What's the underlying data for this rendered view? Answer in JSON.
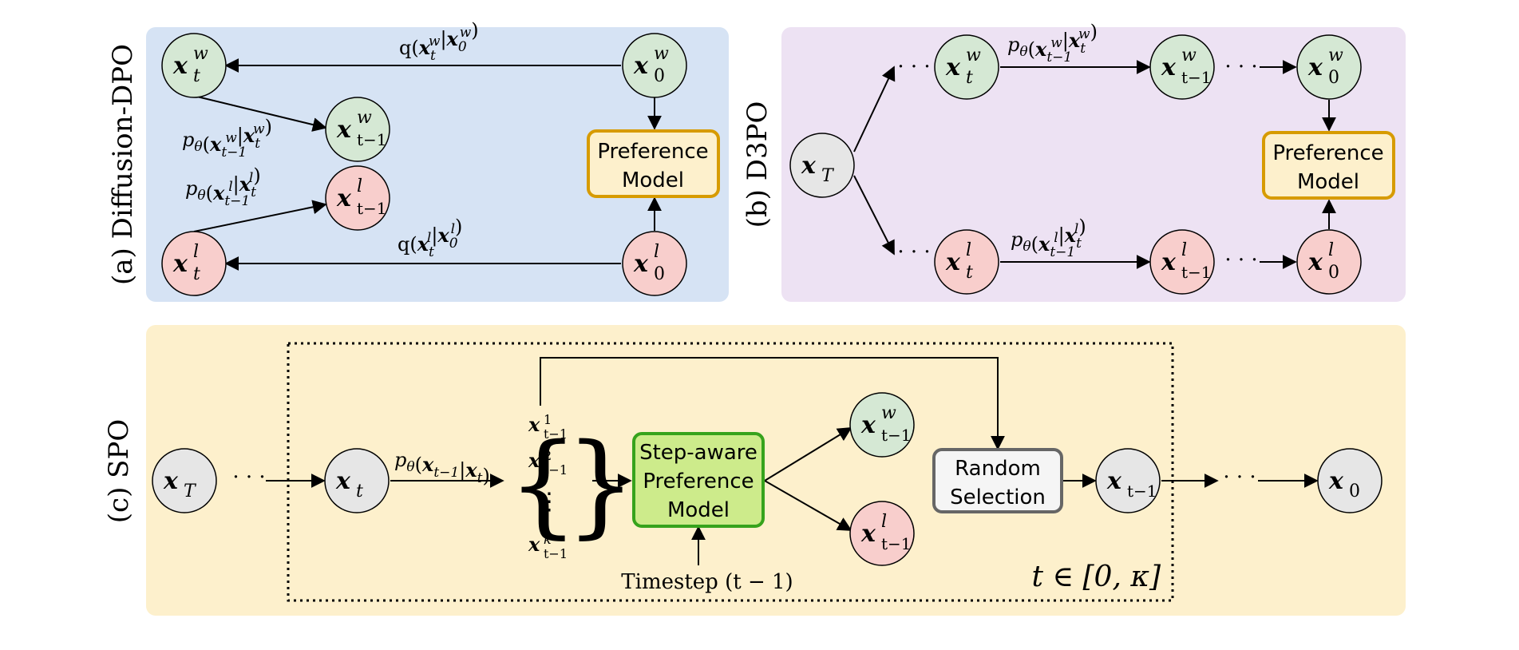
{
  "panels": {
    "a": {
      "label": "(a) Diffusion-DPO",
      "bg": "#d6e3f4"
    },
    "b": {
      "label": "(b) D3PO",
      "bg": "#ede2f3"
    },
    "c": {
      "label": "(c) SPO",
      "bg": "#fdf0cc"
    }
  },
  "colors": {
    "win_node": "#d5e8d4",
    "lose_node": "#f8cecc",
    "neutral_node": "#e6e6e6",
    "pref_fill": "#fdf0cc",
    "pref_stroke": "#d79b00",
    "step_fill": "#cdeb8b",
    "step_stroke": "#36a31c",
    "rand_fill": "#f5f5f5",
    "rand_stroke": "#666666"
  },
  "nodes": {
    "x": "x",
    "t": "t",
    "T": "T",
    "zero": "0",
    "tm1": "t−1",
    "w": "w",
    "l": "l",
    "one": "1",
    "two": "2",
    "k": "k",
    "vdots": "⋮",
    "dots": "· · ·"
  },
  "labels": {
    "a_q_w": [
      "q(",
      "x",
      "t",
      "w",
      "|",
      "x",
      "0",
      "w",
      ")"
    ],
    "a_p_w": [
      "p",
      "θ",
      "(",
      "x",
      "t−1",
      "w",
      "|",
      "x",
      "t",
      "w",
      ")"
    ],
    "a_p_l": [
      "p",
      "θ",
      "(",
      "x",
      "t−1",
      "l",
      "|",
      "x",
      "t",
      "l",
      ")"
    ],
    "a_q_l": [
      "q(",
      "x",
      "t",
      "l",
      "|",
      "x",
      "0",
      "l",
      ")"
    ],
    "c_p": [
      "p",
      "θ",
      "(",
      "x",
      "t−1",
      "|",
      "x",
      "t",
      ")"
    ]
  },
  "boxes": {
    "preference_line1": "Preference",
    "preference_line2": "Model",
    "step_line1": "Step-aware",
    "step_line2": "Preference",
    "step_line3": "Model",
    "random_line1": "Random",
    "random_line2": "Selection"
  },
  "annotations": {
    "timestep": "Timestep (t − 1)",
    "range": "t ∈ [0, κ]"
  }
}
